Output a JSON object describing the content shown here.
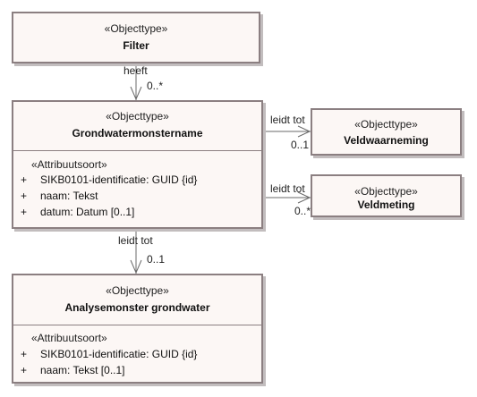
{
  "diagram": {
    "nodes": {
      "filter": {
        "stereotype": "«Objecttype»",
        "name": "Filter"
      },
      "grondwatermonstername": {
        "stereotype": "«Objecttype»",
        "name": "Grondwatermonstername",
        "attr_stereotype": "«Attribuutsoort»",
        "attributes": [
          {
            "visibility": "+",
            "text": "SIKB0101-identificatie: GUID {id}"
          },
          {
            "visibility": "+",
            "text": "naam: Tekst"
          },
          {
            "visibility": "+",
            "text": "datum: Datum [0..1]"
          }
        ]
      },
      "veldwaarneming": {
        "stereotype": "«Objecttype»",
        "name": "Veldwaarneming"
      },
      "veldmeting": {
        "stereotype": "«Objecttype»",
        "name": "Veldmeting"
      },
      "analysemonster": {
        "stereotype": "«Objecttype»",
        "name": "Analysemonster grondwater",
        "attr_stereotype": "«Attribuutsoort»",
        "attributes": [
          {
            "visibility": "+",
            "text": "SIKB0101-identificatie: GUID {id}"
          },
          {
            "visibility": "+",
            "text": "naam: Tekst [0..1]"
          }
        ]
      }
    },
    "edges": [
      {
        "from": "filter",
        "to": "grondwatermonstername",
        "label": "heeft",
        "multiplicity": "0..*"
      },
      {
        "from": "grondwatermonstername",
        "to": "veldwaarneming",
        "label": "leidt tot",
        "multiplicity": "0..1"
      },
      {
        "from": "grondwatermonstername",
        "to": "veldmeting",
        "label": "leidt tot",
        "multiplicity": "0..*"
      },
      {
        "from": "grondwatermonstername",
        "to": "analysemonster",
        "label": "leidt tot",
        "multiplicity": "0..1"
      }
    ],
    "colors": {
      "border": "#8b7f81",
      "fill": "#fcf7f5",
      "shadow": "#c2bdbe",
      "line": "#6a6a6a"
    }
  }
}
